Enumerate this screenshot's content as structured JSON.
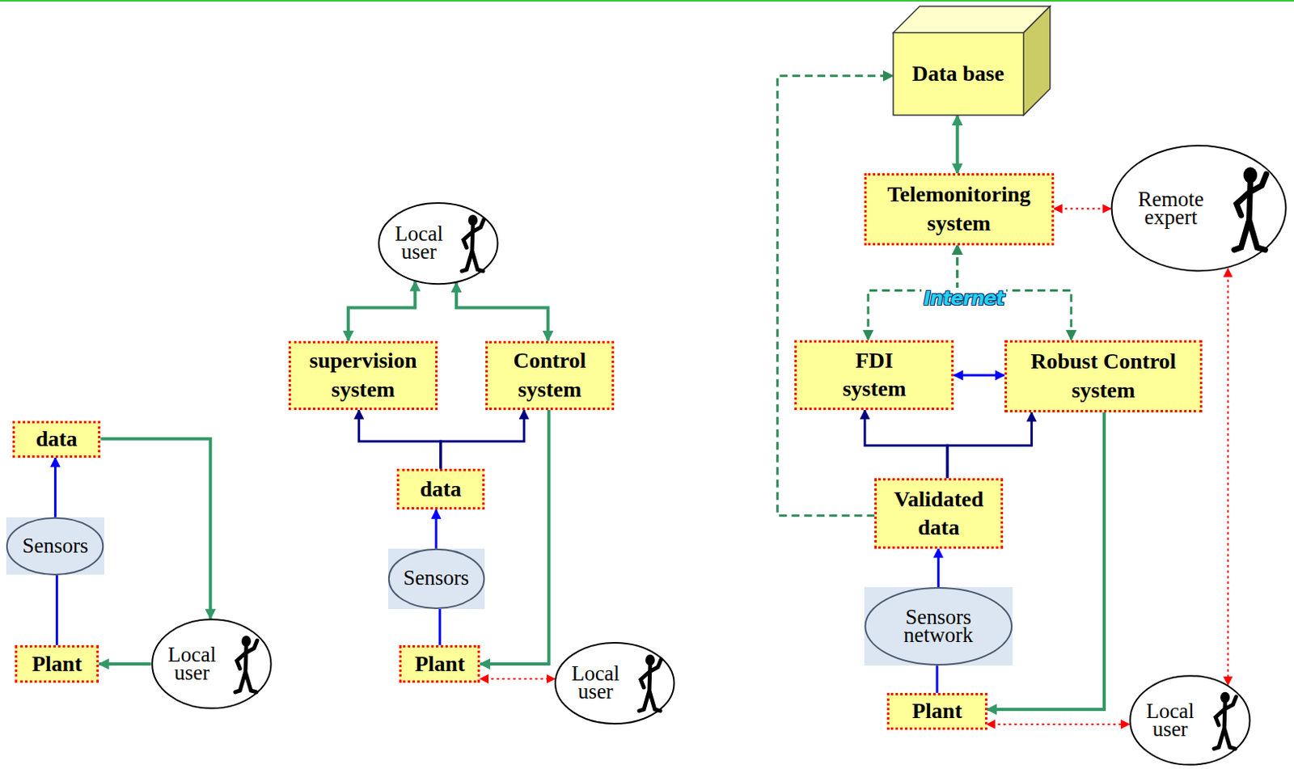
{
  "diagram": {
    "nodes": [
      {
        "text": [
          "data"
        ]
      },
      {
        "text": [
          "Sensors"
        ]
      },
      {
        "text": [
          "Plant"
        ]
      },
      {
        "text": [
          "Local user"
        ]
      },
      {
        "text": [
          "Local user"
        ]
      },
      {
        "text": [
          "supervision system"
        ]
      },
      {
        "text": [
          "Control system"
        ]
      },
      {
        "text": [
          "data"
        ]
      },
      {
        "text": [
          "Sensors"
        ]
      },
      {
        "text": [
          "Plant"
        ]
      },
      {
        "text": [
          "Local user"
        ]
      },
      {
        "text": [
          "Data base"
        ]
      },
      {
        "text": [
          "Telemonitoring system"
        ]
      },
      {
        "text": [
          "Remote expert"
        ]
      },
      {
        "text": [
          "FDI system"
        ]
      },
      {
        "text": [
          "Robust Control system"
        ]
      },
      {
        "text": [
          "Validated data"
        ]
      },
      {
        "text": [
          "Sensors network"
        ]
      },
      {
        "text": [
          "Plant"
        ]
      },
      {
        "text": [
          "Local user"
        ]
      }
    ],
    "edges": [
      {
        "from": 1,
        "to": 0,
        "arrow": "to"
      },
      {
        "from": 2,
        "to": 1,
        "arrow": "none"
      },
      {
        "from": 0,
        "to": 3,
        "arrow": "to"
      },
      {
        "from": 3,
        "to": 2,
        "arrow": "to"
      },
      {
        "from": 8,
        "to": 7,
        "arrow": "to"
      },
      {
        "from": 9,
        "to": 8,
        "arrow": "none"
      },
      {
        "from": 7,
        "to": 5,
        "arrow": "to"
      },
      {
        "from": 7,
        "to": 6,
        "arrow": "to"
      },
      {
        "from": 5,
        "to": 4,
        "arrow": "both"
      },
      {
        "from": 6,
        "to": 4,
        "arrow": "both"
      },
      {
        "from": 6,
        "to": 9,
        "arrow": "to"
      },
      {
        "from": 9,
        "to": 10,
        "arrow": "both"
      },
      {
        "from": 17,
        "to": 16,
        "arrow": "to"
      },
      {
        "from": 18,
        "to": 17,
        "arrow": "none"
      },
      {
        "from": 16,
        "to": 14,
        "arrow": "to"
      },
      {
        "from": 16,
        "to": 15,
        "arrow": "to"
      },
      {
        "from": 14,
        "to": 15,
        "arrow": "both"
      },
      {
        "from": 16,
        "to": 11,
        "arrow": "to"
      },
      {
        "from": 11,
        "to": 12,
        "arrow": "both"
      },
      {
        "from": 12,
        "to": 14,
        "arrow": "both",
        "label": "Internet"
      },
      {
        "from": 12,
        "to": 15,
        "arrow": "both"
      },
      {
        "from": 12,
        "to": 13,
        "arrow": "both"
      },
      {
        "from": 15,
        "to": 18,
        "arrow": "to"
      },
      {
        "from": 18,
        "to": 19,
        "arrow": "both"
      },
      {
        "from": 13,
        "to": 19,
        "arrow": "both"
      }
    ]
  }
}
